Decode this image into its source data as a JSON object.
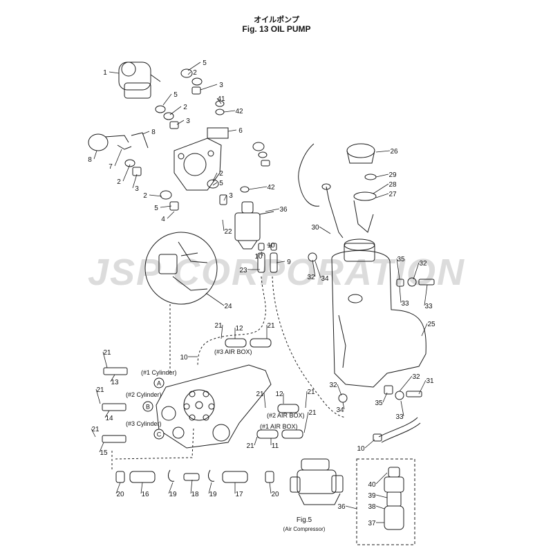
{
  "header": {
    "title_jp": "オイルポンプ",
    "title_en": "Fig. 13   OIL PUMP"
  },
  "watermark": "JSP CORPORATION",
  "callouts": [
    "1",
    "2",
    "3",
    "4",
    "5",
    "6",
    "7",
    "8",
    "9",
    "10",
    "11",
    "12",
    "13",
    "14",
    "15",
    "16",
    "17",
    "18",
    "19",
    "20",
    "21",
    "22",
    "23",
    "24",
    "25",
    "26",
    "27",
    "28",
    "29",
    "30",
    "31",
    "32",
    "33",
    "34",
    "35",
    "36",
    "37",
    "38",
    "39",
    "40",
    "41",
    "42"
  ],
  "labels": {
    "cyl1": "(#1 Cylinder)",
    "cyl2": "(#2 Cylinder)",
    "cyl3": "(#3 Cylinder)",
    "airbox1": "(#1 AIR BOX)",
    "airbox2": "(#2 AIR BOX)",
    "airbox3": "(#3 AIR BOX)",
    "circle_a": "A",
    "circle_b": "B",
    "circle_c": "C",
    "fig_ref": "Fig.5",
    "fig_ref_sub": "(Air Compressor)"
  },
  "colors": {
    "line": "#1a1a1a",
    "watermark": "#d9d9d9"
  }
}
